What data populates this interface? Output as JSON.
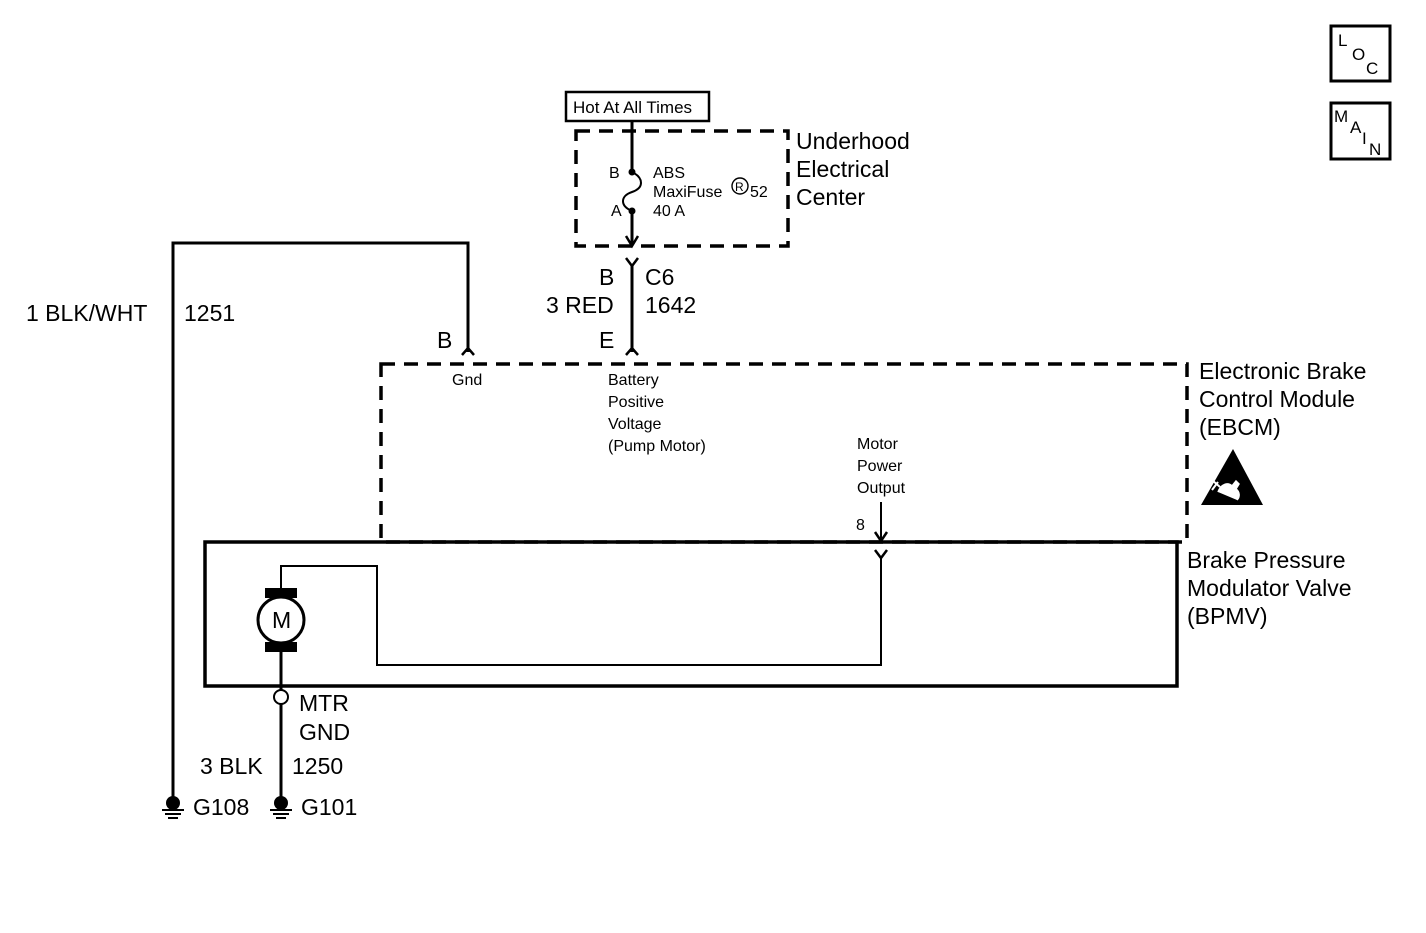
{
  "hot_label": "Hot At All Times",
  "nav_boxes": {
    "loc": [
      "L",
      "O",
      "C"
    ],
    "main": [
      "M",
      "A",
      "I",
      "N"
    ]
  },
  "underhood": {
    "lines": [
      "Underhood",
      "Electrical",
      "Center"
    ],
    "fuse_pin_top": "B",
    "fuse_pin_bottom": "A",
    "fuse_line1": "ABS",
    "fuse_line2": "MaxiFuse",
    "fuse_reg_mark": "R",
    "fuse_number": "52",
    "fuse_rating": "40 A"
  },
  "connector_c6": {
    "pin": "B",
    "name": "C6"
  },
  "wire_red": {
    "gauge_color": "3 RED",
    "circuit": "1642"
  },
  "wire_blk_wht": {
    "gauge_color": "1 BLK/WHT",
    "circuit": "1251"
  },
  "ebcm": {
    "lines": [
      "Electronic Brake",
      "Control Module",
      "(EBCM)"
    ],
    "gnd_pin": "B",
    "gnd_label": "Gnd",
    "batt_pin": "E",
    "batt_lines": [
      "Battery",
      "Positive",
      "Voltage",
      "(Pump Motor)"
    ],
    "motor_lines": [
      "Motor",
      "Power",
      "Output"
    ],
    "motor_pin": "8"
  },
  "bpmv": {
    "lines": [
      "Brake Pressure",
      "Modulator Valve",
      "(BPMV)"
    ],
    "motor_symbol": "M",
    "mtr_gnd_lines": [
      "MTR",
      "GND"
    ]
  },
  "wire_blk": {
    "gauge_color": "3 BLK",
    "circuit": "1250"
  },
  "grounds": {
    "g108": "G108",
    "g101": "G101"
  },
  "colors": {
    "ink": "#000000",
    "background": "#ffffff"
  },
  "icons": [
    "esd-warning-icon",
    "ground-icon",
    "motor-icon",
    "fuse-icon"
  ]
}
